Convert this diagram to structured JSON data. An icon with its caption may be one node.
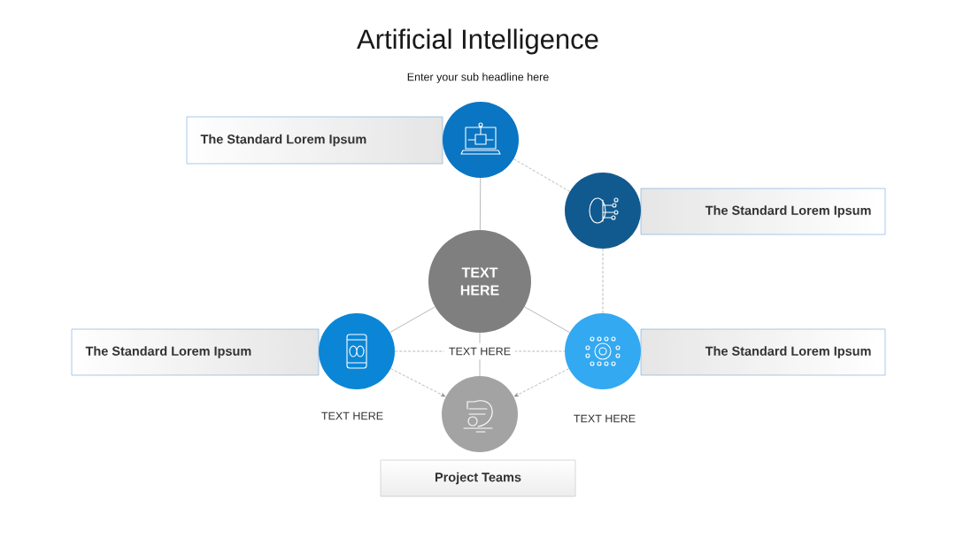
{
  "diagram": {
    "title": "Artificial Intelligence",
    "nodes": [
      {
        "text": [
          "The Standard Lorem Ipsum"
        ]
      },
      {
        "text": [],
        "shape": "circle"
      },
      {
        "text": [],
        "shape": "circle"
      },
      {
        "text": [
          "The Standard Lorem Ipsum"
        ]
      },
      {
        "text": [
          "TEXT HERE"
        ]
      },
      {
        "text": [
          "The Standard Lorem Ipsum"
        ]
      },
      {
        "text": [],
        "shape": "circle",
        "beside": [
          "TEXT HERE"
        ]
      },
      {
        "text": [],
        "shape": "circle",
        "beside": [
          "TEXT HERE"
        ]
      },
      {
        "text": [
          "The Standard Lorem Ipsum"
        ]
      },
      {
        "text": [],
        "shape": "circle"
      },
      {
        "text": [
          "Project Teams"
        ]
      }
    ],
    "edges": [
      {
        "from": 1,
        "to": 4,
        "arrow": "none"
      },
      {
        "from": 1,
        "to": 2,
        "arrow": "none",
        "style": "dashed"
      },
      {
        "from": 2,
        "to": 7,
        "arrow": "none",
        "style": "dashed"
      },
      {
        "from": 4,
        "to": 6,
        "arrow": "none"
      },
      {
        "from": 4,
        "to": 7,
        "arrow": "none"
      },
      {
        "from": 4,
        "to": 9,
        "arrow": "none"
      },
      {
        "from": 6,
        "to": 7,
        "arrow": "none",
        "style": "dashed",
        "label": "TEXT HERE"
      },
      {
        "from": 6,
        "to": 9,
        "arrow": "to",
        "style": "dashed"
      },
      {
        "from": 7,
        "to": 9,
        "arrow": "to",
        "style": "dashed"
      }
    ],
    "labels": [
      "Enter your sub headline here"
    ]
  }
}
